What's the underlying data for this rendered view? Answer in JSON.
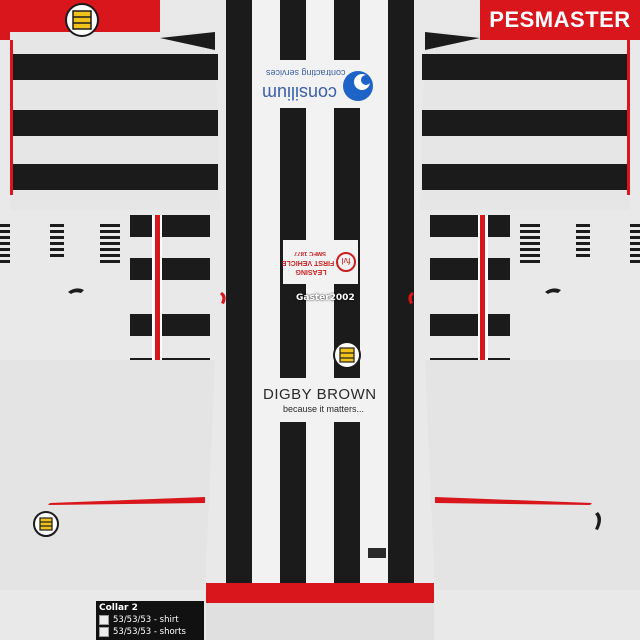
{
  "branding": {
    "watermark": "PESMASTER",
    "creator": "Gaster2002"
  },
  "sponsors": {
    "chest_main": "DIGBY BROWN",
    "chest_tagline": "because it matters...",
    "back_name": "consilium",
    "back_subtitle": "contracting services",
    "sleeve_lines": [
      "SMFC 1877",
      "FIRST VEHICLE",
      "LEASING"
    ]
  },
  "legend": {
    "title": "Collar 2",
    "items": [
      {
        "label": "53/53/53 - shirt",
        "color": "#ececec"
      },
      {
        "label": "53/53/53 - shorts",
        "color": "#ececec"
      }
    ]
  },
  "colors": {
    "base": "#e9e9e9",
    "stripe": "#1b1b1b",
    "accent": "#d9161c"
  },
  "icons": [
    "club-crest-icon",
    "joma-logo-icon",
    "fvl-logo-icon",
    "consilium-logo-icon"
  ]
}
